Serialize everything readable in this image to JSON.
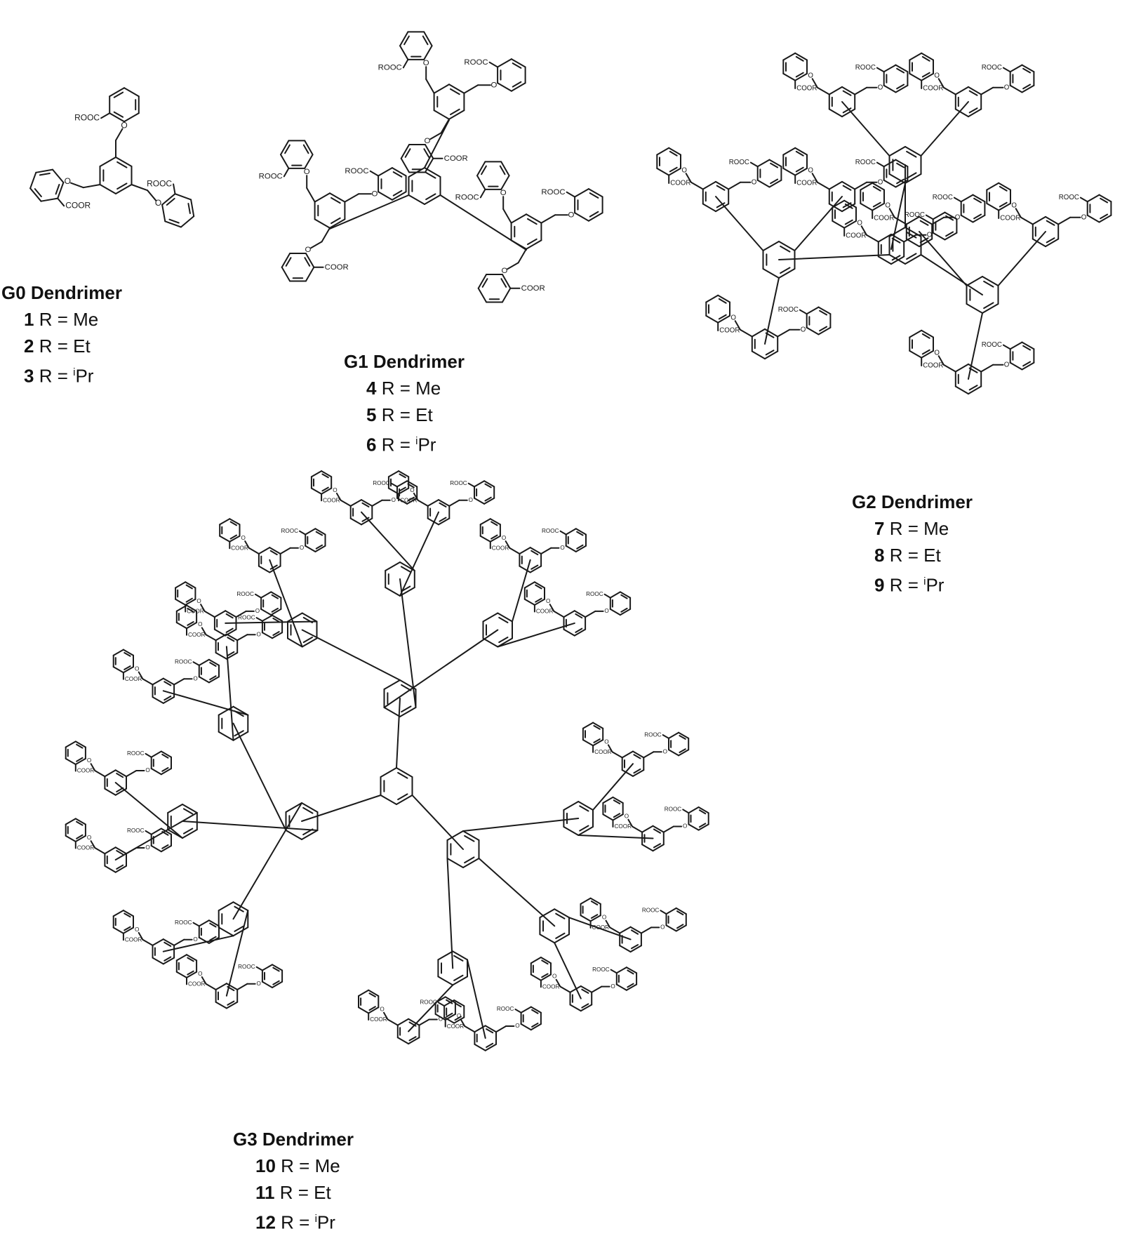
{
  "compounds": [
    {
      "title": "G0 Dendrimer",
      "entries": [
        {
          "number": "1",
          "eq": "R = Me"
        },
        {
          "number": "2",
          "eq": "R = Et"
        },
        {
          "number": "3",
          "eq": "R = ",
          "sup": "i",
          "tail": "Pr"
        }
      ]
    },
    {
      "title": "G1 Dendrimer",
      "entries": [
        {
          "number": "4",
          "eq": "R = Me"
        },
        {
          "number": "5",
          "eq": "R = Et"
        },
        {
          "number": "6",
          "eq": "R = ",
          "sup": "i",
          "tail": "Pr"
        }
      ]
    },
    {
      "title": "G2 Dendrimer",
      "entries": [
        {
          "number": "7",
          "eq": "R = Me"
        },
        {
          "number": "8",
          "eq": "R = Et"
        },
        {
          "number": "9",
          "eq": "R = ",
          "sup": "i",
          "tail": "Pr"
        }
      ]
    },
    {
      "title": "G3 Dendrimer",
      "entries": [
        {
          "number": "10",
          "eq": "R = Me"
        },
        {
          "number": "11",
          "eq": "R = Et"
        },
        {
          "number": "12",
          "eq": "R = ",
          "sup": "i",
          "tail": "Pr"
        }
      ]
    }
  ],
  "atoms": {
    "ester": "COOR",
    "ester_rev": "ROOC",
    "oxygen": "O"
  }
}
